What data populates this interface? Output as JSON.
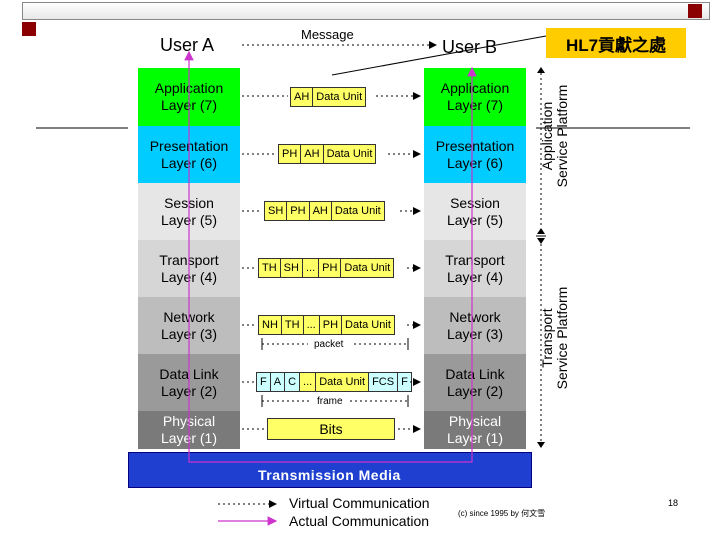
{
  "header": {
    "user_a": "User A",
    "user_b": "User B",
    "message": "Message",
    "badge": "HL7貢獻之處"
  },
  "layers": [
    {
      "name": "Application",
      "level": "Layer (7)"
    },
    {
      "name": "Presentation",
      "level": "Layer (6)"
    },
    {
      "name": "Session",
      "level": "Layer (5)"
    },
    {
      "name": "Transport",
      "level": "Layer (4)"
    },
    {
      "name": "Network",
      "level": "Layer (3)"
    },
    {
      "name": "Data Link",
      "level": "Layer (2)"
    },
    {
      "name": "Physical",
      "level": "Layer (1)"
    }
  ],
  "pdus": {
    "app": [
      "AH",
      "Data Unit"
    ],
    "pres": [
      "PH",
      "AH",
      "Data Unit"
    ],
    "sess": [
      "SH",
      "PH",
      "AH",
      "Data Unit"
    ],
    "trans": [
      "TH",
      "SH",
      "...",
      "PH",
      "Data Unit"
    ],
    "net": [
      "NH",
      "TH",
      "...",
      "PH",
      "Data Unit"
    ],
    "dl": [
      "F",
      "A",
      "C",
      "...",
      "Data Unit",
      "FCS",
      "F"
    ],
    "bits": "Bits"
  },
  "labels": {
    "packet": "packet",
    "frame": "frame"
  },
  "media": "Transmission Media",
  "platforms": {
    "application_line1": "Application",
    "application_line2": "Service Platform",
    "transport_line1": "Transport",
    "transport_line2": "Service Platform"
  },
  "legend": {
    "virtual": "Virtual Communication",
    "actual": "Actual Communication"
  },
  "footer": {
    "copyright": "(c) since 1995 by 何文雪",
    "page": "18"
  },
  "colors": {
    "application": "#00ff00",
    "presentation": "#00ccff",
    "media": "#1e3fcf",
    "badge": "#ffcc00",
    "pdu_header": "#ffff66",
    "actual_line": "#cc33cc",
    "title_square": "#8b0000"
  }
}
